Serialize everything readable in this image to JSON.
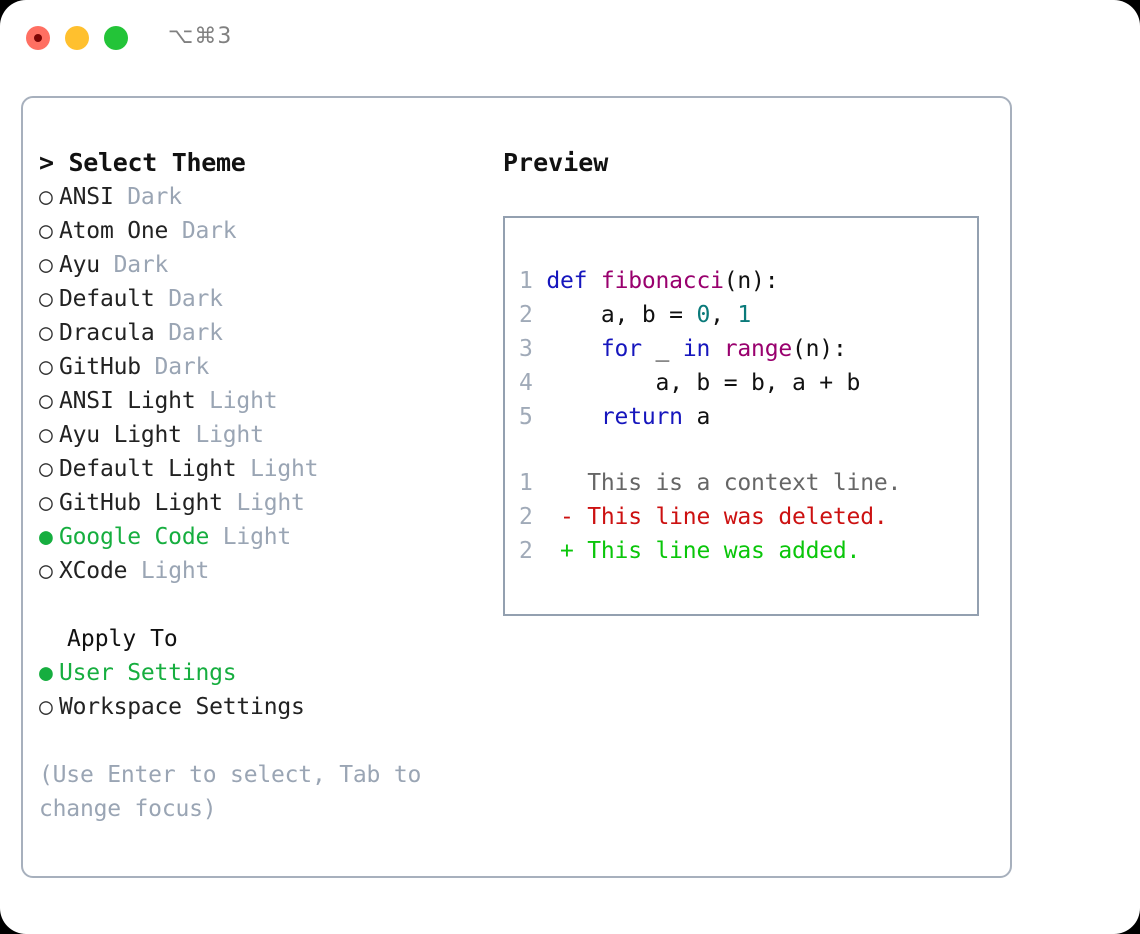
{
  "window": {
    "traffic_lights": [
      "close-red",
      "minimize-yellow",
      "maximize-green"
    ],
    "shortcut_label": "⌥⌘3"
  },
  "theme_picker": {
    "header_prefix": "> ",
    "header_label": "Select Theme",
    "selected_bullet": "●",
    "unselected_bullet": "○",
    "themes": [
      {
        "name": "ANSI",
        "variant": "Dark",
        "selected": false
      },
      {
        "name": "Atom One",
        "variant": "Dark",
        "selected": false
      },
      {
        "name": "Ayu",
        "variant": "Dark",
        "selected": false
      },
      {
        "name": "Default",
        "variant": "Dark",
        "selected": false
      },
      {
        "name": "Dracula",
        "variant": "Dark",
        "selected": false
      },
      {
        "name": "GitHub",
        "variant": "Dark",
        "selected": false
      },
      {
        "name": "ANSI Light",
        "variant": "Light",
        "selected": false
      },
      {
        "name": "Ayu Light",
        "variant": "Light",
        "selected": false
      },
      {
        "name": "Default Light",
        "variant": "Light",
        "selected": false
      },
      {
        "name": "GitHub Light",
        "variant": "Light",
        "selected": false
      },
      {
        "name": "Google Code",
        "variant": "Light",
        "selected": true
      },
      {
        "name": "XCode",
        "variant": "Light",
        "selected": false
      }
    ],
    "apply_to": {
      "title": "Apply To",
      "options": [
        {
          "name": "User Settings",
          "selected": true
        },
        {
          "name": "Workspace Settings",
          "selected": false
        }
      ]
    },
    "hint": "(Use Enter to select, Tab to change focus)"
  },
  "preview": {
    "title": "Preview",
    "code_lines": [
      {
        "num": "1",
        "tokens": [
          {
            "t": "def",
            "c": "kw"
          },
          {
            "t": " ",
            "c": "plain"
          },
          {
            "t": "fibonacci",
            "c": "fn"
          },
          {
            "t": "(n):",
            "c": "plain"
          }
        ]
      },
      {
        "num": "2",
        "tokens": [
          {
            "t": "    a, b = ",
            "c": "plain"
          },
          {
            "t": "0",
            "c": "num"
          },
          {
            "t": ", ",
            "c": "plain"
          },
          {
            "t": "1",
            "c": "num"
          }
        ]
      },
      {
        "num": "3",
        "tokens": [
          {
            "t": "    ",
            "c": "plain"
          },
          {
            "t": "for",
            "c": "kw"
          },
          {
            "t": " _ ",
            "c": "plain"
          },
          {
            "t": "in",
            "c": "kw"
          },
          {
            "t": " ",
            "c": "plain"
          },
          {
            "t": "range",
            "c": "fn"
          },
          {
            "t": "(n):",
            "c": "plain"
          }
        ]
      },
      {
        "num": "4",
        "tokens": [
          {
            "t": "        a, b = b, a + b",
            "c": "plain"
          }
        ]
      },
      {
        "num": "5",
        "tokens": [
          {
            "t": "    ",
            "c": "plain"
          },
          {
            "t": "return",
            "c": "kw"
          },
          {
            "t": " a",
            "c": "plain"
          }
        ]
      }
    ],
    "diff_lines": [
      {
        "num": "1",
        "marker": " ",
        "text": "This is a context line.",
        "kind": "d-ctx"
      },
      {
        "num": "2",
        "marker": "-",
        "text": "This line was deleted.",
        "kind": "d-del"
      },
      {
        "num": "2",
        "marker": "+",
        "text": "This line was added.",
        "kind": "d-add"
      }
    ]
  },
  "colors": {
    "accent_green": "#16ae3f",
    "muted": "#9aa5b4",
    "border": "#a7b0bd",
    "preview_border": "#93a0b0",
    "keyword": "#1616bd",
    "function": "#99006e",
    "number": "#0a7a7a",
    "diff_delete": "#cc1111",
    "diff_add": "#0ac60a",
    "line_number": "#a0aab8"
  }
}
